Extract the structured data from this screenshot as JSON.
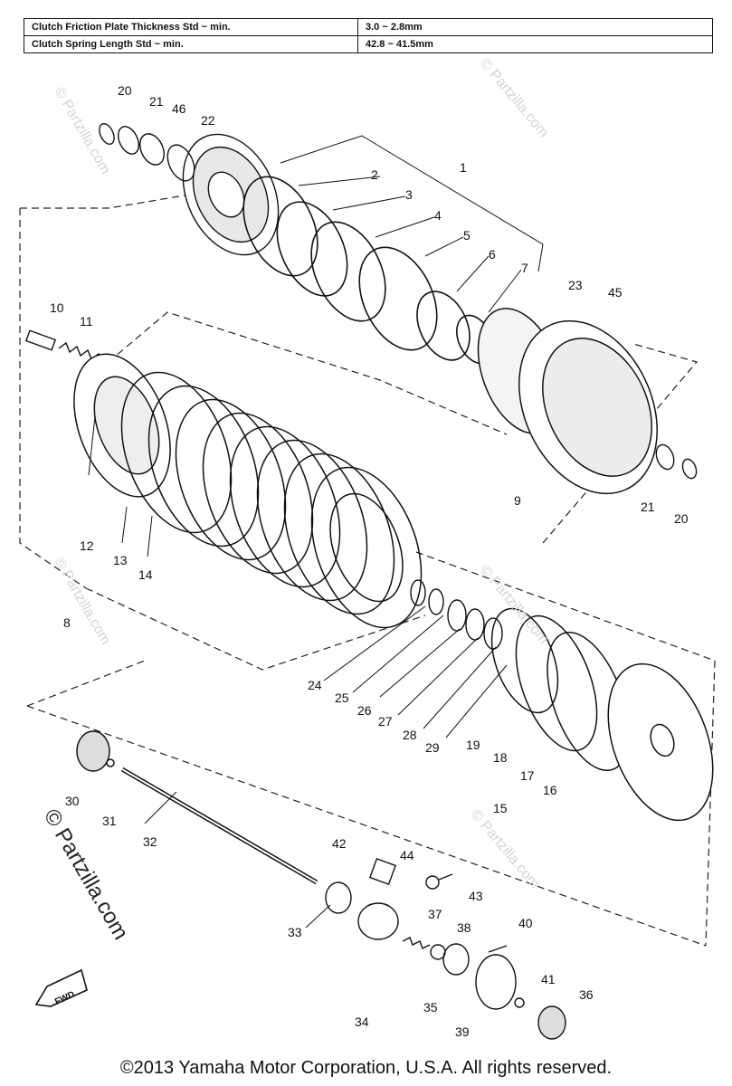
{
  "specs": [
    {
      "label": "Clutch Friction Plate Thickness Std ~ min.",
      "value": "3.0 ~ 2.8mm"
    },
    {
      "label": "Clutch Spring Length Std ~ min.",
      "value": "42.8 ~ 41.5mm"
    }
  ],
  "watermark": "© Partzilla.com",
  "fwd_label": "FWD",
  "copyright": "©2013  Yamaha Motor Corporation, U.S.A. All rights reserved.",
  "part_numbers": [
    "1",
    "2",
    "3",
    "4",
    "5",
    "6",
    "7",
    "8",
    "9",
    "10",
    "11",
    "12",
    "13",
    "14",
    "15",
    "16",
    "17",
    "18",
    "19",
    "20",
    "20",
    "21",
    "21",
    "22",
    "23",
    "24",
    "25",
    "26",
    "27",
    "28",
    "29",
    "30",
    "31",
    "32",
    "33",
    "34",
    "35",
    "36",
    "37",
    "38",
    "39",
    "40",
    "41",
    "42",
    "43",
    "44",
    "45",
    "46"
  ]
}
